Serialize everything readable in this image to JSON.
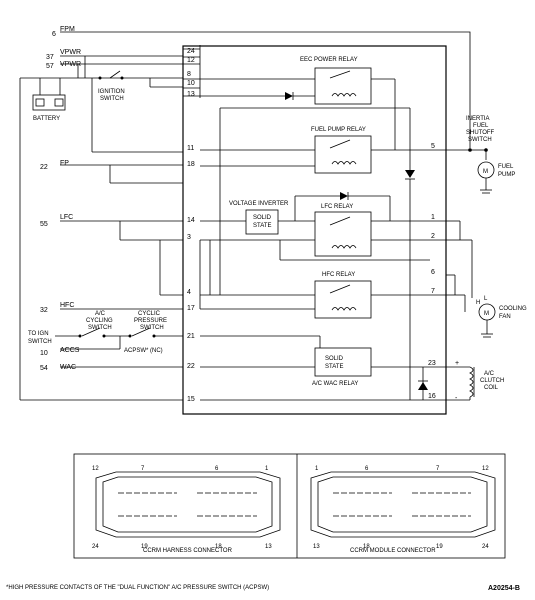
{
  "left_pins": [
    {
      "id": "fpm-num",
      "text": "6"
    },
    {
      "id": "fpm-label",
      "text": "FPM"
    },
    {
      "id": "vpwr1-num",
      "text": "37"
    },
    {
      "id": "vpwr1-label",
      "text": "VPWR"
    },
    {
      "id": "vpwr2-num",
      "text": "57"
    },
    {
      "id": "vpwr2-label",
      "text": "VPWR"
    },
    {
      "id": "fp-num",
      "text": "22"
    },
    {
      "id": "fp-label",
      "text": "FP"
    },
    {
      "id": "lfc-num",
      "text": "55"
    },
    {
      "id": "lfc-label",
      "text": "LFC"
    },
    {
      "id": "hfc-num",
      "text": "32"
    },
    {
      "id": "hfc-label",
      "text": "HFC"
    },
    {
      "id": "accs-num",
      "text": "10"
    },
    {
      "id": "accs-label",
      "text": "ACCS"
    },
    {
      "id": "wac-num",
      "text": "54"
    },
    {
      "id": "wac-label",
      "text": "WAC"
    }
  ],
  "labels": {
    "battery": "BATTERY",
    "ignition_switch_1": "IGNITION",
    "ignition_switch_2": "SWITCH",
    "to_ign_1": "TO IGN",
    "to_ign_2": "SWITCH",
    "ac_cycling_1": "A/C",
    "ac_cycling_2": "CYCLING",
    "ac_cycling_3": "SWITCH",
    "cyclic_1": "CYCLIC",
    "cyclic_2": "PRESSURE",
    "cyclic_3": "SWITCH",
    "acpsw": "ACPSW* (NC)",
    "eec_relay": "EEC POWER RELAY",
    "fuel_pump_relay": "FUEL PUMP RELAY",
    "voltage_inverter": "VOLTAGE INVERTER",
    "solid_1": "SOLID",
    "solid_2": "STATE",
    "lfc_relay": "LFC RELAY",
    "hfc_relay": "HFC RELAY",
    "wac_solid_1": "SOLID",
    "wac_solid_2": "STATE",
    "wac_relay": "A/C WAC RELAY",
    "inertia_1": "INERTIA",
    "inertia_2": "FUEL",
    "inertia_3": "SHUTOFF",
    "inertia_4": "SWITCH",
    "fuel_pump_1": "FUEL",
    "fuel_pump_2": "PUMP",
    "motor_m1": "M",
    "motor_m2": "M",
    "cooling_fan_1": "COOLING",
    "cooling_fan_2": "FAN",
    "fan_h": "H",
    "fan_l": "L",
    "ac_clutch_1": "A/C",
    "ac_clutch_2": "CLUTCH",
    "ac_clutch_3": "COIL",
    "plus": "+",
    "minus": "-",
    "harness_caption": "CCRM HARNESS CONNECTOR",
    "module_caption": "CCRM MODULE CONNECTOR",
    "footnote": "*HIGH PRESSURE CONTACTS OF THE \"DUAL FUNCTION\" A/C PRESSURE SWITCH (ACPSW)",
    "figure_id": "A20254-B"
  },
  "module_pins_left": [
    "24",
    "12",
    "8",
    "10",
    "13",
    "11",
    "18",
    "14",
    "3",
    "4",
    "17",
    "21",
    "22",
    "15"
  ],
  "module_pins_right": [
    "5",
    "1",
    "2",
    "6",
    "7",
    "23",
    "16"
  ],
  "harness_pins": [
    "12",
    "7",
    "6",
    "1",
    "24",
    "19",
    "18",
    "13"
  ],
  "module_conn_pins": [
    "1",
    "6",
    "7",
    "12",
    "13",
    "18",
    "19",
    "24"
  ]
}
